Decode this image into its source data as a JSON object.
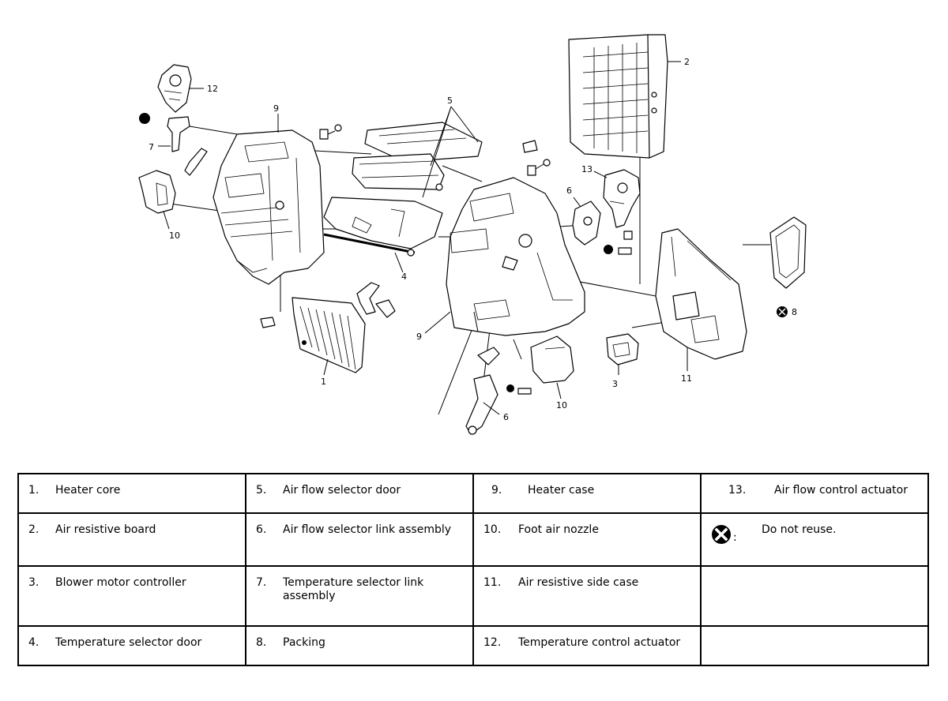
{
  "callouts": [
    "1",
    "2",
    "3",
    "4",
    "5",
    "6",
    "6",
    "7",
    "8",
    "9",
    "9",
    "10",
    "10",
    "11",
    "12",
    "13"
  ],
  "legend": {
    "rows": [
      [
        {
          "num": "1.",
          "text": "Heater core"
        },
        {
          "num": "5.",
          "text": "Air flow selector door"
        },
        {
          "num": "9.",
          "text": "Heater case"
        },
        {
          "num": "13.",
          "text": "Air flow control actuator"
        }
      ],
      [
        {
          "num": "2.",
          "text": "Air resistive board"
        },
        {
          "num": "6.",
          "text": "Air flow selector link assembly"
        },
        {
          "num": "10.",
          "text": "Foot air nozzle"
        },
        {
          "icon": "do-not-reuse-icon",
          "sep": ":",
          "text": "Do not reuse."
        }
      ],
      [
        {
          "num": "3.",
          "text": "Blower motor controller"
        },
        {
          "num": "7.",
          "text": "Temperature selector link assembly"
        },
        {
          "num": "11.",
          "text": "Air resistive side case"
        },
        {
          "num": "",
          "text": ""
        }
      ],
      [
        {
          "num": "4.",
          "text": "Temperature selector door"
        },
        {
          "num": "8.",
          "text": "Packing"
        },
        {
          "num": "12.",
          "text": "Temperature control actuator"
        },
        {
          "num": "",
          "text": ""
        }
      ]
    ]
  }
}
